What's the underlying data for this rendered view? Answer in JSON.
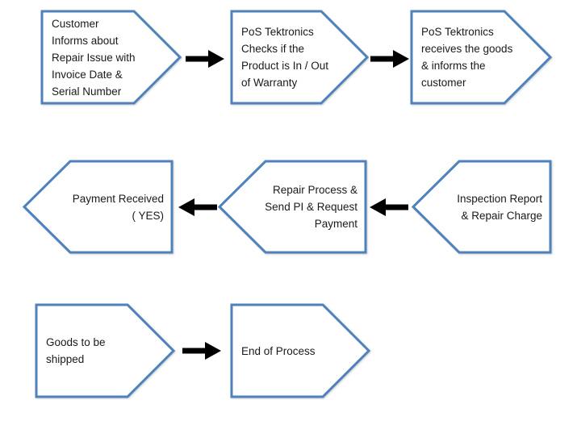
{
  "diagram": {
    "type": "flowchart",
    "colors": {
      "shape_border": "#4F81BD",
      "shape_fill": "#FFFFFF",
      "arrow": "#000000",
      "text": "#1A1A1A",
      "bg": "#FFFFFF"
    },
    "nodes": [
      {
        "id": "customer-informs",
        "direction": "right",
        "label": "Customer\nInforms about\nRepair Issue with\nInvoice Date &\nSerial Number"
      },
      {
        "id": "pos-checks-warranty",
        "direction": "right",
        "label": "PoS Tektronics\nChecks if the\nProduct is In / Out\nof Warranty"
      },
      {
        "id": "pos-receives-goods",
        "direction": "right",
        "label": "PoS Tektronics\nreceives the goods\n& informs the\ncustomer"
      },
      {
        "id": "payment-received",
        "direction": "left",
        "label": "Payment Received\n( YES)"
      },
      {
        "id": "repair-process",
        "direction": "left",
        "label": "Repair Process &\nSend PI & Request\nPayment"
      },
      {
        "id": "inspection-report",
        "direction": "left",
        "label": "Inspection Report\n& Repair Charge"
      },
      {
        "id": "goods-shipped",
        "direction": "right",
        "label": "Goods to be\nshipped"
      },
      {
        "id": "end-of-process",
        "direction": "right",
        "label": "End of Process"
      }
    ],
    "connections": [
      {
        "from": "customer-informs",
        "to": "pos-checks-warranty",
        "arrow_direction": "right"
      },
      {
        "from": "pos-checks-warranty",
        "to": "pos-receives-goods",
        "arrow_direction": "right"
      },
      {
        "from": "inspection-report",
        "to": "repair-process",
        "arrow_direction": "left"
      },
      {
        "from": "repair-process",
        "to": "payment-received",
        "arrow_direction": "left"
      },
      {
        "from": "goods-shipped",
        "to": "end-of-process",
        "arrow_direction": "right"
      }
    ]
  }
}
